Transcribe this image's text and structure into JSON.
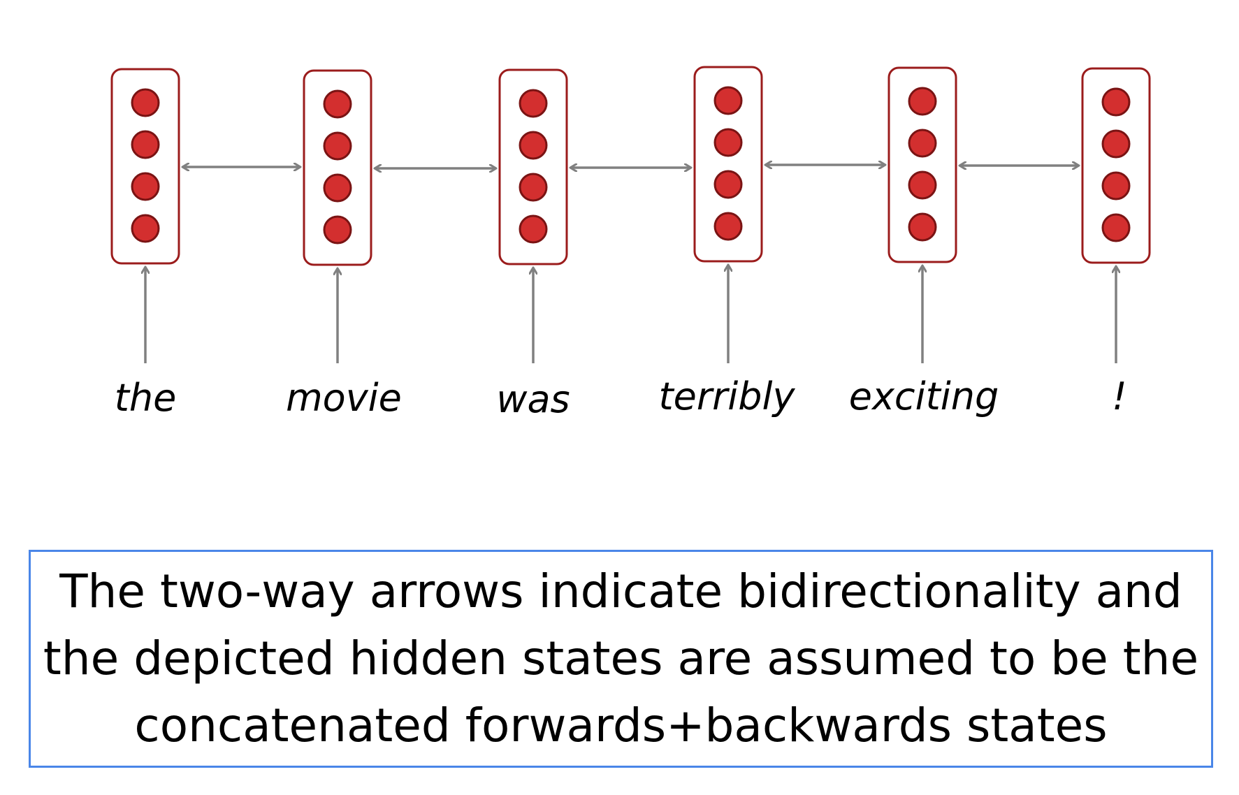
{
  "diagram": {
    "tokens": [
      {
        "word": "the"
      },
      {
        "word": "movie"
      },
      {
        "word": "was"
      },
      {
        "word": "terribly"
      },
      {
        "word": "exciting"
      },
      {
        "word": "!"
      }
    ],
    "units_per_state": 4,
    "colors": {
      "box_border": "#9b1c1c",
      "unit_fill": "#d32f2f",
      "unit_border": "#7a1414",
      "arrow": "#808080",
      "caption_border": "#4a86e8"
    }
  },
  "caption": {
    "lines": [
      "The two-way arrows indicate bidirectionality and",
      "the depicted hidden states are assumed to be the",
      "concatenated forwards+backwards states"
    ]
  }
}
